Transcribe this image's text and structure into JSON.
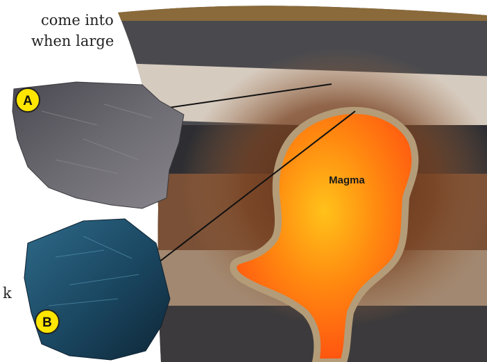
{
  "text_fragments": {
    "line1": "come into",
    "line2": "when large",
    "line3": "k"
  },
  "labels": {
    "magma": "Magma",
    "rock_a": "A",
    "rock_b": "B"
  },
  "colors": {
    "label_circle": "#ffe600",
    "magma_core": "#ff6a10",
    "magma_edge": "#b8a07a",
    "layer_light": "#d8ccc0",
    "layer_dark": "#3f3f42",
    "layer_brown": "#8a5a3a",
    "rock_a": "#5c5a60",
    "rock_b": "#1f4e66"
  }
}
